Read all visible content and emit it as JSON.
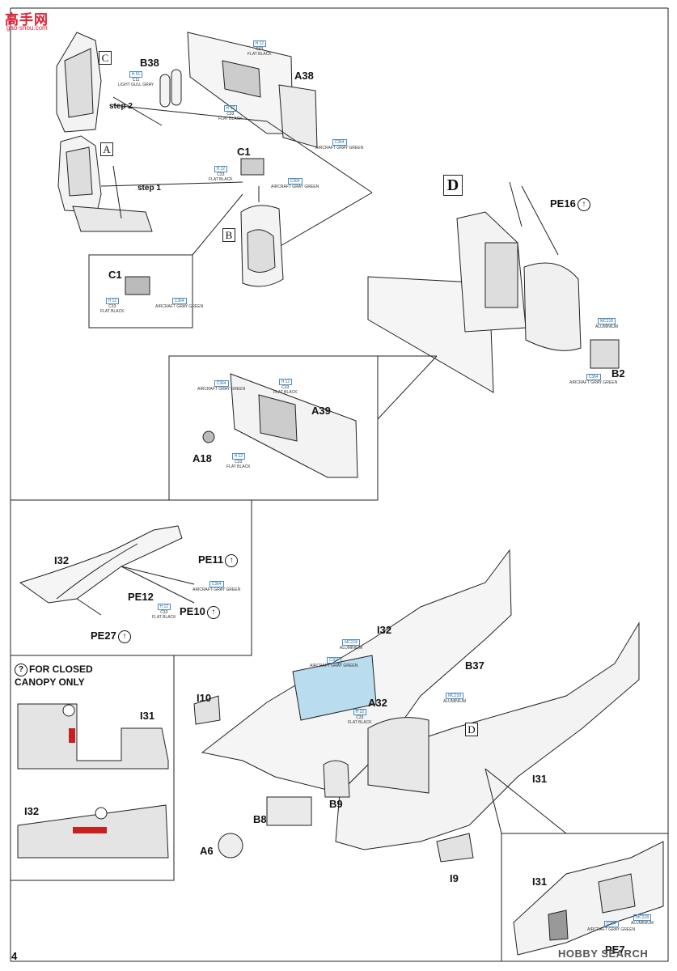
{
  "header": {
    "watermark": "高手网",
    "watermark_sub": "gao-shou.com"
  },
  "labels": {
    "C": "C",
    "B38": "B38",
    "A38": "A38",
    "step2": "step 2",
    "A": "A",
    "step1": "step 1",
    "C1_top": "C1",
    "B": "B",
    "C1_inset": "C1",
    "D": "D",
    "PE16": "PE16",
    "B2": "B2",
    "A39": "A39",
    "A18": "A18",
    "I32_a": "I32",
    "PE11": "PE11",
    "PE12": "PE12",
    "PE10": "PE10",
    "PE27": "PE27",
    "I32_b": "I32",
    "B37": "B37",
    "A32": "A32",
    "D_small": "D",
    "I10": "I10",
    "I31_main": "I31",
    "B9": "B9",
    "B8": "B8",
    "A6": "A6",
    "I9": "I9",
    "I31_inset": "I31",
    "PE7": "PE7",
    "I31_closed": "I31",
    "I32_closed": "I32",
    "closed_note_line1": "FOR CLOSED",
    "closed_note_line2": "CANOPY ONLY",
    "closed_note_icon": "?"
  },
  "paints": {
    "h12_top": {
      "code": "H 12",
      "code2": "C33",
      "name": "FLAT BLACK"
    },
    "h51": {
      "code": "H 51",
      "code2": "C11",
      "name": "LIGHT GULL GRAY"
    },
    "h12_mid": {
      "code": "H 12",
      "code2": "C33",
      "name": "FLAT BLACK"
    },
    "c364_a38": {
      "code": "C364",
      "name": "AIRCRAFT GRAY GREEN"
    },
    "h12_c1": {
      "code": "H 12",
      "code2": "C33",
      "name": "FLAT BLACK"
    },
    "c364_c1": {
      "code": "C364",
      "name": "AIRCRAFT GRAY GREEN"
    },
    "h12_c1i": {
      "code": "H 12",
      "code2": "C33",
      "name": "FLAT BLACK"
    },
    "c364_c1i": {
      "code": "C364",
      "name": "AIRCRAFT GRAY GREEN"
    },
    "mc218_b2": {
      "code": "MC218",
      "name": "ALUMINIUM"
    },
    "c364_b2": {
      "code": "C364",
      "name": "AIRCRAFT GRAY GREEN"
    },
    "c364_a39": {
      "code": "C364",
      "name": "AIRCRAFT GRAY GREEN"
    },
    "h12_a39": {
      "code": "H 12",
      "code2": "C33",
      "name": "FLAT BLACK"
    },
    "h12_a18": {
      "code": "H 12",
      "code2": "C33",
      "name": "FLAT BLACK"
    },
    "c364_pe": {
      "code": "C364",
      "name": "AIRCRAFT GRAY GREEN"
    },
    "h12_pe": {
      "code": "H 12",
      "code2": "C33",
      "name": "FLAT BLACK"
    },
    "mc218_i32": {
      "code": "MC218",
      "name": "ALUMINIUM"
    },
    "c364_i32": {
      "code": "C364",
      "name": "AIRCRAFT GRAY GREEN"
    },
    "h12_a32": {
      "code": "H 12",
      "code2": "C33",
      "name": "FLAT BLACK"
    },
    "mc218_b37": {
      "code": "MC218",
      "name": "ALUMINIUM"
    },
    "c364_i31": {
      "code": "C364",
      "name": "AIRCRAFT GRAY GREEN"
    },
    "mc218_i31": {
      "code": "MC218",
      "name": "ALUMINIUM"
    }
  },
  "footer": {
    "page_number": "4",
    "logo": "HOBBY SEARCH"
  },
  "colors": {
    "paint_code": "#2a6fb0",
    "highlight": "#b9dcef",
    "red_part": "#c8201e",
    "grey_part": "#e2e2e2"
  }
}
